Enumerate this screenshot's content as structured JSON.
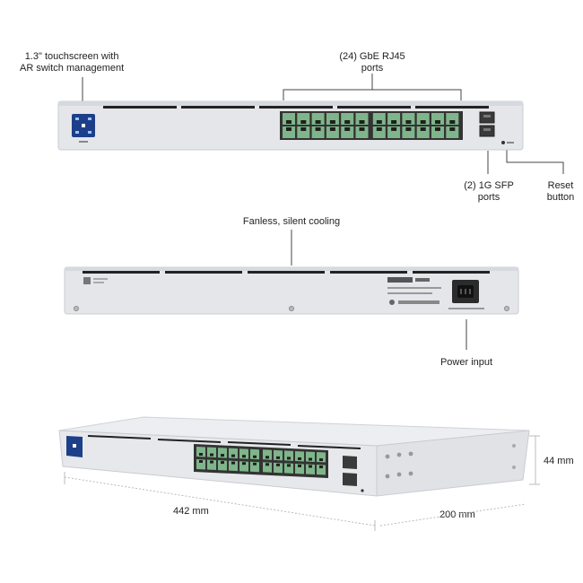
{
  "front_view": {
    "callouts": {
      "touchscreen": [
        "1.3\" touchscreen with",
        "AR switch management"
      ],
      "rj45_ports": [
        "(24) GbE RJ45",
        "ports"
      ],
      "sfp_ports": [
        "(2) 1G SFP",
        "ports"
      ],
      "reset_button": [
        "Reset",
        "button"
      ]
    }
  },
  "rear_view": {
    "callouts": {
      "cooling": "Fanless, silent cooling",
      "power": "Power input"
    }
  },
  "iso_view": {
    "dimensions": {
      "width": "442 mm",
      "depth": "200 mm",
      "height": "44 mm"
    }
  },
  "colors": {
    "chassis": "#e4e6ea",
    "chassis_edge": "#c9ccd1",
    "port_green": "#7fb58a",
    "screen": "#1d3f8a",
    "line": "#444444"
  }
}
